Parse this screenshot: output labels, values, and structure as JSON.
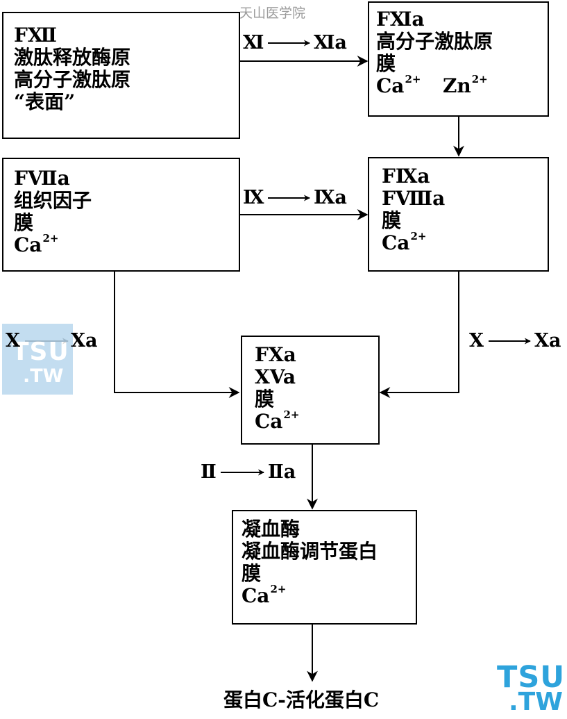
{
  "watermark": {
    "top": "天山医学院",
    "side_line1": "TSU",
    "side_line2": ".TW",
    "corner_line1": "TSU",
    "corner_line2": ".TW"
  },
  "boxes": {
    "fxii": {
      "l1": "FⅫ",
      "l2": "激肽释放酶原",
      "l3": "高分子激肽原",
      "l4": "“表面”"
    },
    "fxia": {
      "l1": "FⅪa",
      "l2": "高分子激肽原",
      "l3": "膜",
      "l4a": "Ca",
      "l4a_sup": "2+",
      "l4b": "Zn",
      "l4b_sup": "2+"
    },
    "fviia": {
      "l1": "FⅦa",
      "l2": "组织因子",
      "l3": "膜",
      "l4": "Ca",
      "l4_sup": "2+"
    },
    "fixa": {
      "l1": "FⅨa",
      "l2": "FⅧa",
      "l3": "膜",
      "l4": "Ca",
      "l4_sup": "2+"
    },
    "fxa": {
      "l1": "FXa",
      "l2": "XVa",
      "l3": "膜",
      "l4": "Ca",
      "l4_sup": "2+"
    },
    "thrombin": {
      "l1": "凝血酶",
      "l2": "凝血酶调节蛋白",
      "l3": "膜",
      "l4": "Ca",
      "l4_sup": "2+"
    }
  },
  "conversions": {
    "xi": {
      "from": "Ⅺ",
      "to": "Ⅺa"
    },
    "ix": {
      "from": "Ⅸ",
      "to": "Ⅸa"
    },
    "x_left": {
      "from": "X",
      "to": "Xa"
    },
    "x_right": {
      "from": "X",
      "to": "Xa"
    },
    "ii": {
      "from": "Ⅱ",
      "to": "Ⅱa"
    }
  },
  "result": "蛋白C-活化蛋白C"
}
